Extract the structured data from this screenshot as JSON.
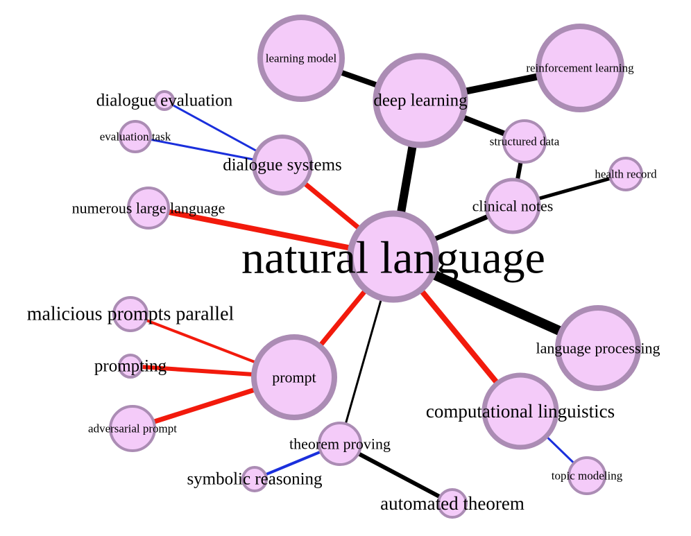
{
  "colors": {
    "node_fill": "#f4cbf9",
    "node_stroke": "#ab8cb4",
    "edge_black": "#000000",
    "edge_red": "#f21a0c",
    "edge_blue": "#1a2fdc",
    "background": "#ffffff"
  },
  "nodes": [
    {
      "id": "natural_language",
      "label": "natural language"
    },
    {
      "id": "deep_learning",
      "label": "deep learning"
    },
    {
      "id": "learning_model",
      "label": "learning model"
    },
    {
      "id": "reinforcement_learning",
      "label": "reinforcement learning"
    },
    {
      "id": "structured_data",
      "label": "structured data"
    },
    {
      "id": "clinical_notes",
      "label": "clinical notes"
    },
    {
      "id": "health_record",
      "label": "health record"
    },
    {
      "id": "dialogue_systems",
      "label": "dialogue systems"
    },
    {
      "id": "dialogue_evaluation",
      "label": "dialogue evaluation"
    },
    {
      "id": "evaluation_task",
      "label": "evaluation task"
    },
    {
      "id": "numerous_large_language",
      "label": "numerous large language"
    },
    {
      "id": "language_processing",
      "label": "language processing"
    },
    {
      "id": "prompt",
      "label": "prompt"
    },
    {
      "id": "malicious_prompts_parallel",
      "label": "malicious prompts parallel"
    },
    {
      "id": "prompting",
      "label": "prompting"
    },
    {
      "id": "adversarial_prompt",
      "label": "adversarial prompt"
    },
    {
      "id": "computational_linguistics",
      "label": "computational linguistics"
    },
    {
      "id": "topic_modeling",
      "label": "topic modeling"
    },
    {
      "id": "theorem_proving",
      "label": "theorem proving"
    },
    {
      "id": "symbolic_reasoning",
      "label": "symbolic reasoning"
    },
    {
      "id": "automated_theorem",
      "label": "automated theorem"
    }
  ],
  "edges": [
    {
      "source": "natural_language",
      "target": "deep_learning",
      "color": "black"
    },
    {
      "source": "deep_learning",
      "target": "learning_model",
      "color": "black"
    },
    {
      "source": "deep_learning",
      "target": "reinforcement_learning",
      "color": "black"
    },
    {
      "source": "deep_learning",
      "target": "structured_data",
      "color": "black"
    },
    {
      "source": "structured_data",
      "target": "clinical_notes",
      "color": "black"
    },
    {
      "source": "clinical_notes",
      "target": "health_record",
      "color": "black"
    },
    {
      "source": "natural_language",
      "target": "clinical_notes",
      "color": "black"
    },
    {
      "source": "natural_language",
      "target": "language_processing",
      "color": "black"
    },
    {
      "source": "natural_language",
      "target": "dialogue_systems",
      "color": "red"
    },
    {
      "source": "dialogue_systems",
      "target": "dialogue_evaluation",
      "color": "blue"
    },
    {
      "source": "dialogue_systems",
      "target": "evaluation_task",
      "color": "blue"
    },
    {
      "source": "natural_language",
      "target": "numerous_large_language",
      "color": "red"
    },
    {
      "source": "natural_language",
      "target": "prompt",
      "color": "red"
    },
    {
      "source": "prompt",
      "target": "malicious_prompts_parallel",
      "color": "red"
    },
    {
      "source": "prompt",
      "target": "prompting",
      "color": "red"
    },
    {
      "source": "prompt",
      "target": "adversarial_prompt",
      "color": "red"
    },
    {
      "source": "natural_language",
      "target": "computational_linguistics",
      "color": "red"
    },
    {
      "source": "computational_linguistics",
      "target": "topic_modeling",
      "color": "blue"
    },
    {
      "source": "natural_language",
      "target": "theorem_proving",
      "color": "black"
    },
    {
      "source": "theorem_proving",
      "target": "symbolic_reasoning",
      "color": "blue"
    },
    {
      "source": "theorem_proving",
      "target": "automated_theorem",
      "color": "black"
    }
  ]
}
